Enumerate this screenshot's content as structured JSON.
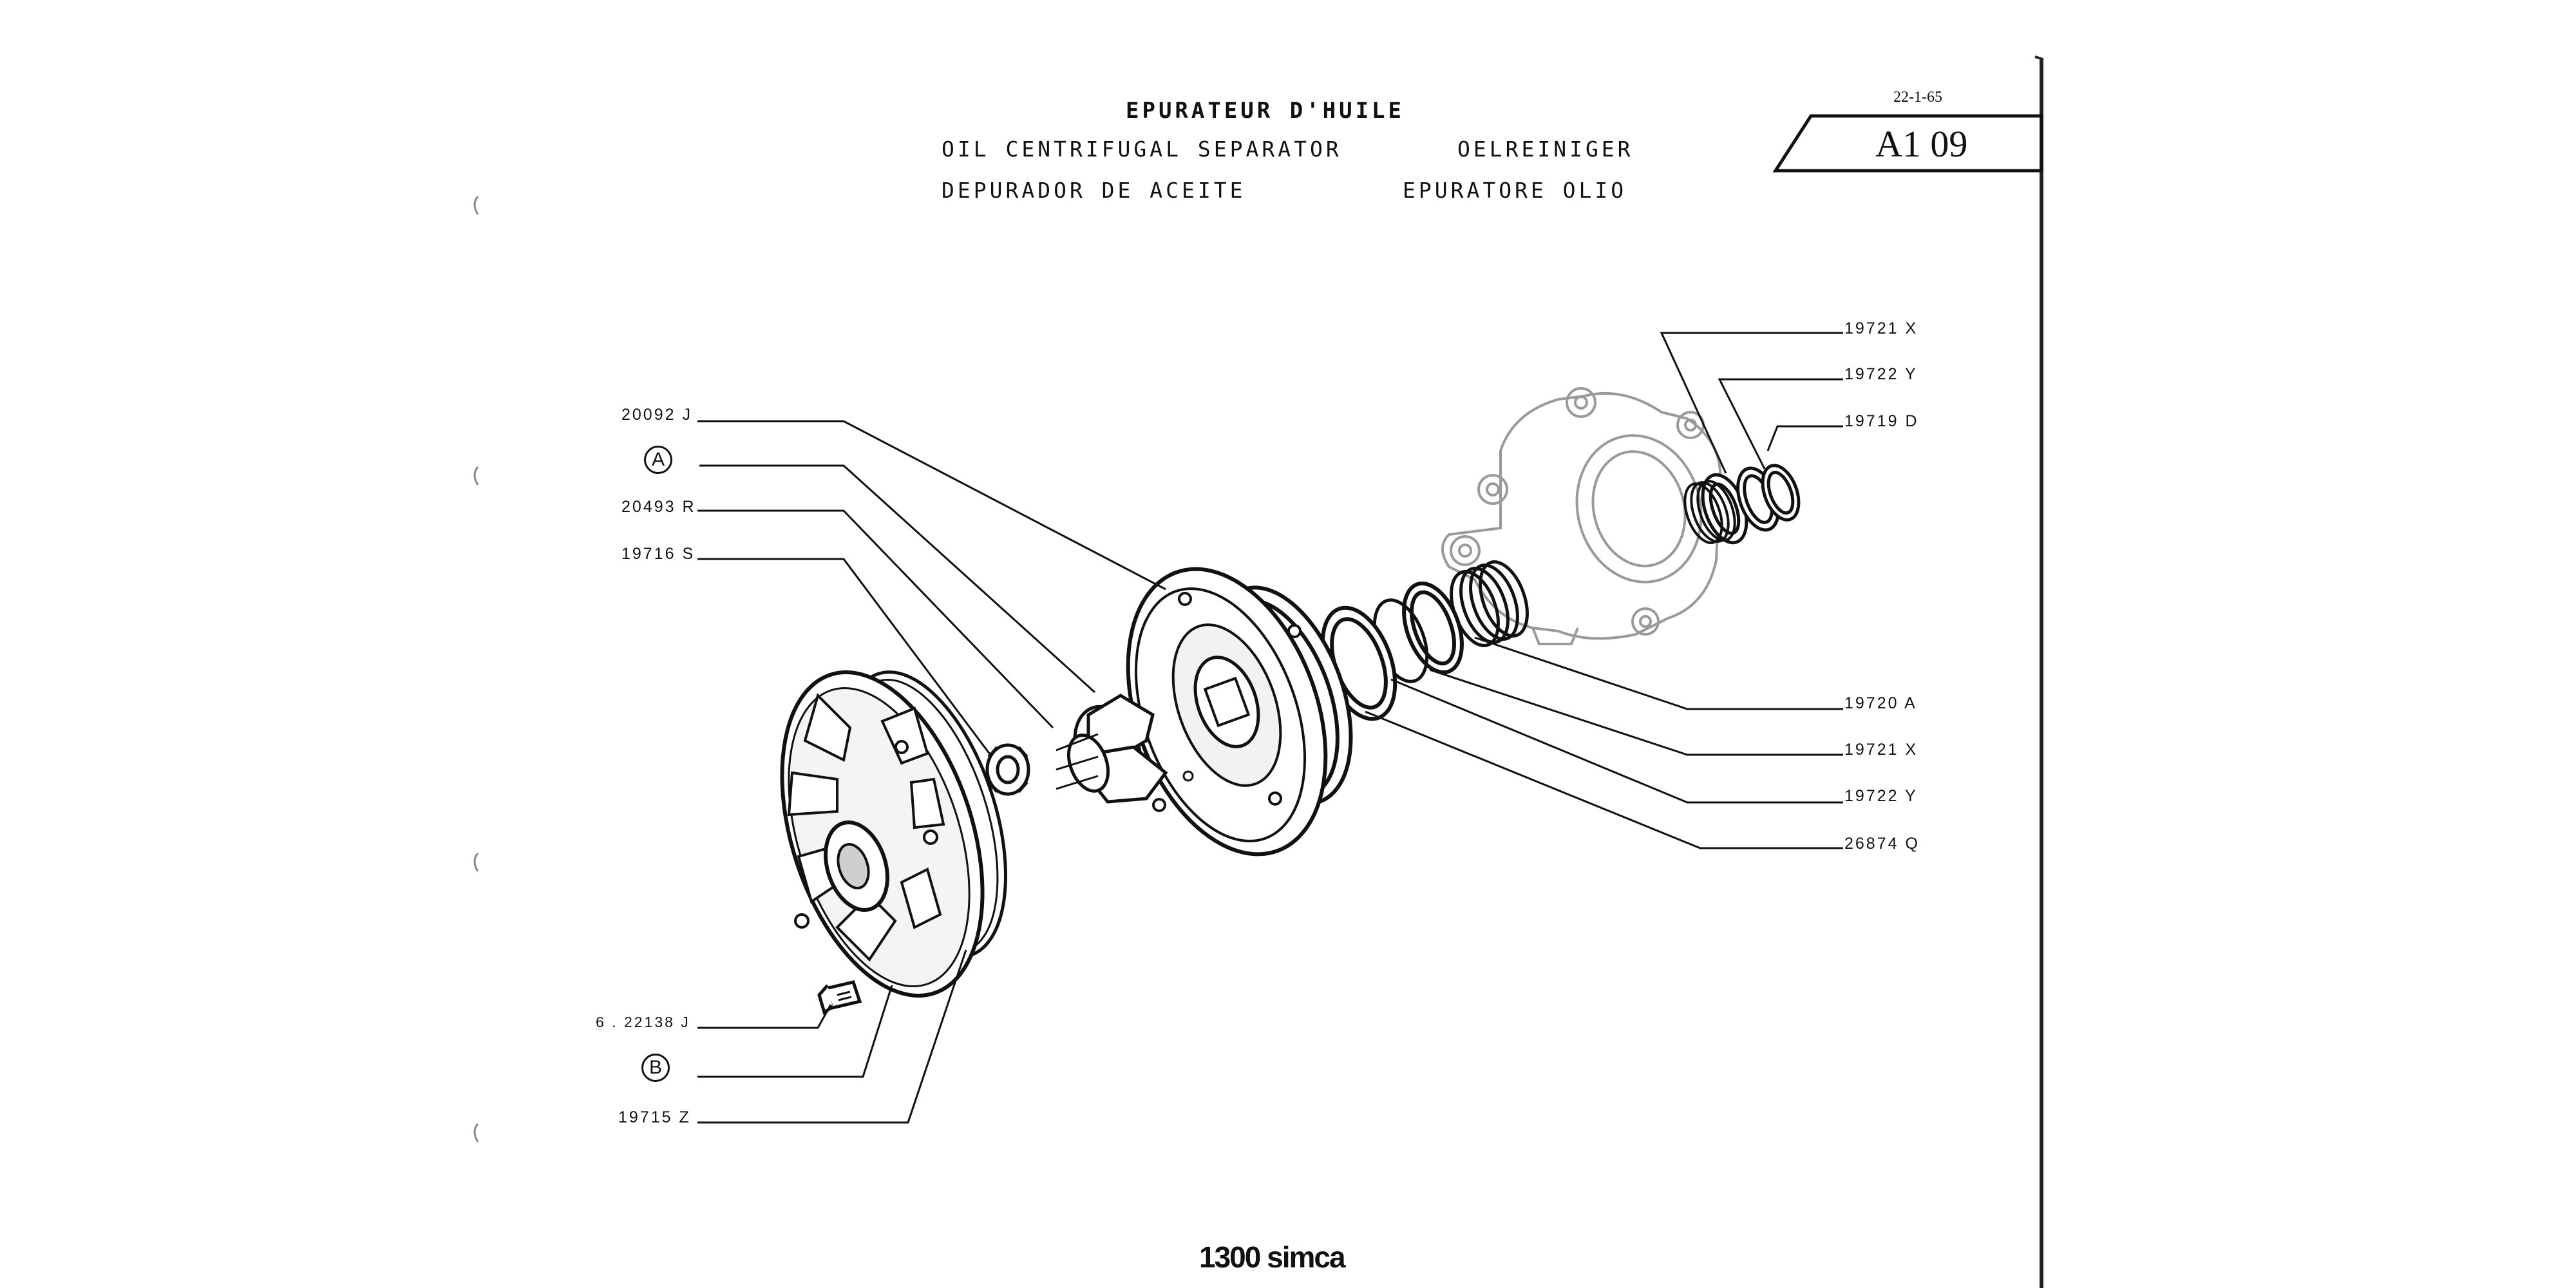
{
  "header": {
    "title_fr": "EPURATEUR D'HUILE",
    "title_en": "OIL CENTRIFUGAL SEPARATOR",
    "title_de": "OELREINIGER",
    "title_es": "DEPURADOR DE ACEITE",
    "title_it": "EPURATORE OLIO",
    "date": "22-1-65",
    "plate": "A1 09"
  },
  "callouts_left": [
    {
      "ref": "20092 J"
    },
    {
      "ref": "A"
    },
    {
      "ref": "20493 R"
    },
    {
      "ref": "19716 S"
    },
    {
      "ref": "6 . 22138 J"
    },
    {
      "ref": "B"
    },
    {
      "ref": "19715 Z"
    }
  ],
  "callouts_right": [
    {
      "ref": "19721 X"
    },
    {
      "ref": "19722 Y"
    },
    {
      "ref": "19719 D"
    },
    {
      "ref": "19720 A"
    },
    {
      "ref": "19721 X"
    },
    {
      "ref": "19722 Y"
    },
    {
      "ref": "26874 Q"
    }
  ],
  "footer": {
    "brand": "1300 simca"
  }
}
